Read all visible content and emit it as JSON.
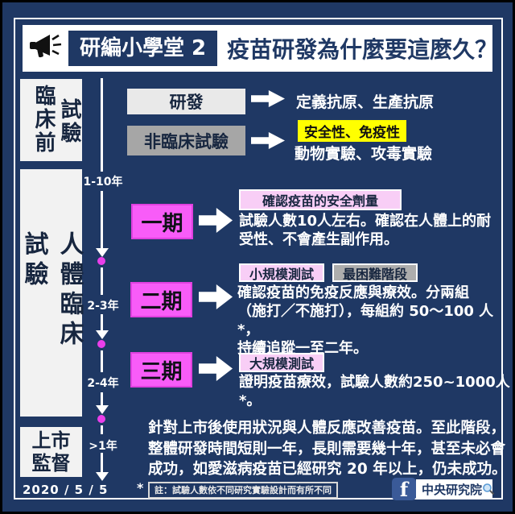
{
  "colors": {
    "background_navy": "#1F3864",
    "magenta_phase": "#F85CF8",
    "timeline_dot": "#EA3FEA",
    "light_pink_tag": "#F8CEF6",
    "gray_tag": "#ADADAD",
    "highlight_yellow": "#FFFF00",
    "facebook_blue": "#3A5A98"
  },
  "header": {
    "icon": "megaphone-icon",
    "badge_label": "研編小學堂 2",
    "title": "疫苗研發為什麼要這麼久？"
  },
  "sidebar": {
    "preclinical_main": "臨床前",
    "preclinical_sub": "試驗",
    "clinical": "人體臨床試驗",
    "market_line1": "上市",
    "market_line2": "監督"
  },
  "timeline": {
    "durations": [
      "1-10年",
      "2-3年",
      "2-4年",
      ">1年"
    ]
  },
  "preclinical": {
    "rnd_box": "研發",
    "rnd_desc": "定義抗原、生產抗原",
    "nonclinical_box": "非臨床試驗",
    "nonclinical_highlight": "安全性、免疫性",
    "nonclinical_desc": "動物實驗、攻毒實驗"
  },
  "phases": [
    {
      "name": "一期",
      "tag1": "確認疫苗的安全劑量",
      "desc": [
        "試驗人數10人左右。確認在人體上的耐",
        "受性、不會產生副作用。"
      ]
    },
    {
      "name": "二期",
      "tag1": "小規模測試",
      "tag2": "最困難階段",
      "desc": [
        "確認疫苗的免疫反應與療效。分兩組",
        "（施打／不施打），每組約 50～100 人*，",
        "持續追蹤一至二年。"
      ]
    },
    {
      "name": "三期",
      "tag1": "大規模測試",
      "desc": [
        "證明疫苗療效，試驗人數約250~1000人*。"
      ]
    }
  ],
  "market_supervision": {
    "desc": [
      "針對上市後使用狀況與人體反應改善疫苗。至此階段，",
      "整體研發時間短則一年，長則需要幾十年，甚至未必會",
      "成功，如愛滋病疫苗已經研究 20 年以上，仍未成功。"
    ]
  },
  "footer": {
    "date": "2020 / 5 / 5",
    "asterisk": "*",
    "note": "註：試驗人數依不同研究實驗設計而有所不同",
    "facebook_letter": "f",
    "search_label": "中央研究院",
    "search_icon": "magnifier-icon"
  }
}
